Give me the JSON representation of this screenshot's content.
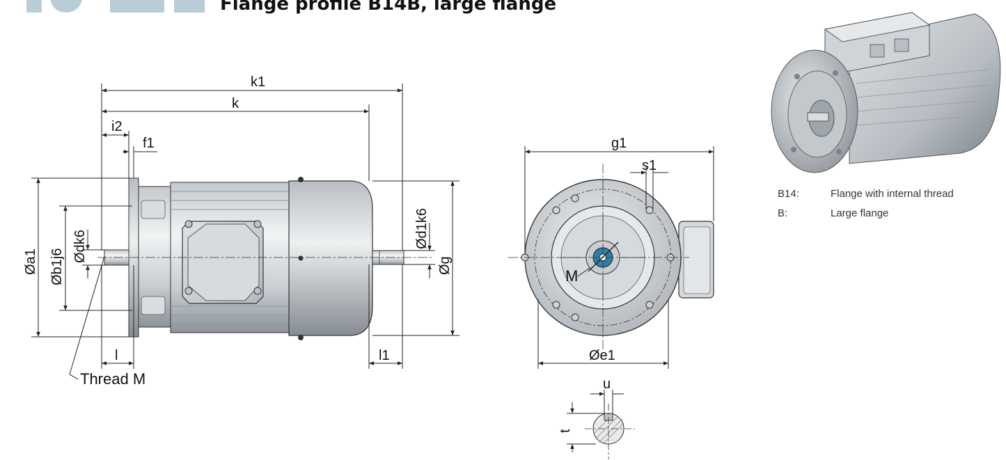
{
  "header": {
    "title": "Flange profile B14B, large flange"
  },
  "legend": [
    {
      "code": "B14:",
      "text": "Flange with internal thread"
    },
    {
      "code": "B:",
      "text": "Large flange"
    }
  ],
  "side_view": {
    "dims": {
      "k1": "k1",
      "k": "k",
      "i2": "i2",
      "f1": "f1",
      "a1": "Øa1",
      "b1j6": "Øb1j6",
      "dk6": "Ødk6",
      "d1k6": "Ød1k6",
      "g": "Øg",
      "l": "l",
      "l1": "l1"
    },
    "thread_label": "Thread M"
  },
  "front_view": {
    "dims": {
      "g1": "g1",
      "s1": "s1",
      "e1": "Øe1",
      "m": "M"
    }
  },
  "shaft_section": {
    "dims": {
      "u": "u",
      "t": "t"
    }
  },
  "colors": {
    "logo": "#b9cdd9",
    "metal_light": "#e4e7ea",
    "metal_mid": "#c3c8cd",
    "metal_dark": "#8e959c",
    "outline": "#2a2a2a",
    "bore": "#2f7fa6"
  }
}
